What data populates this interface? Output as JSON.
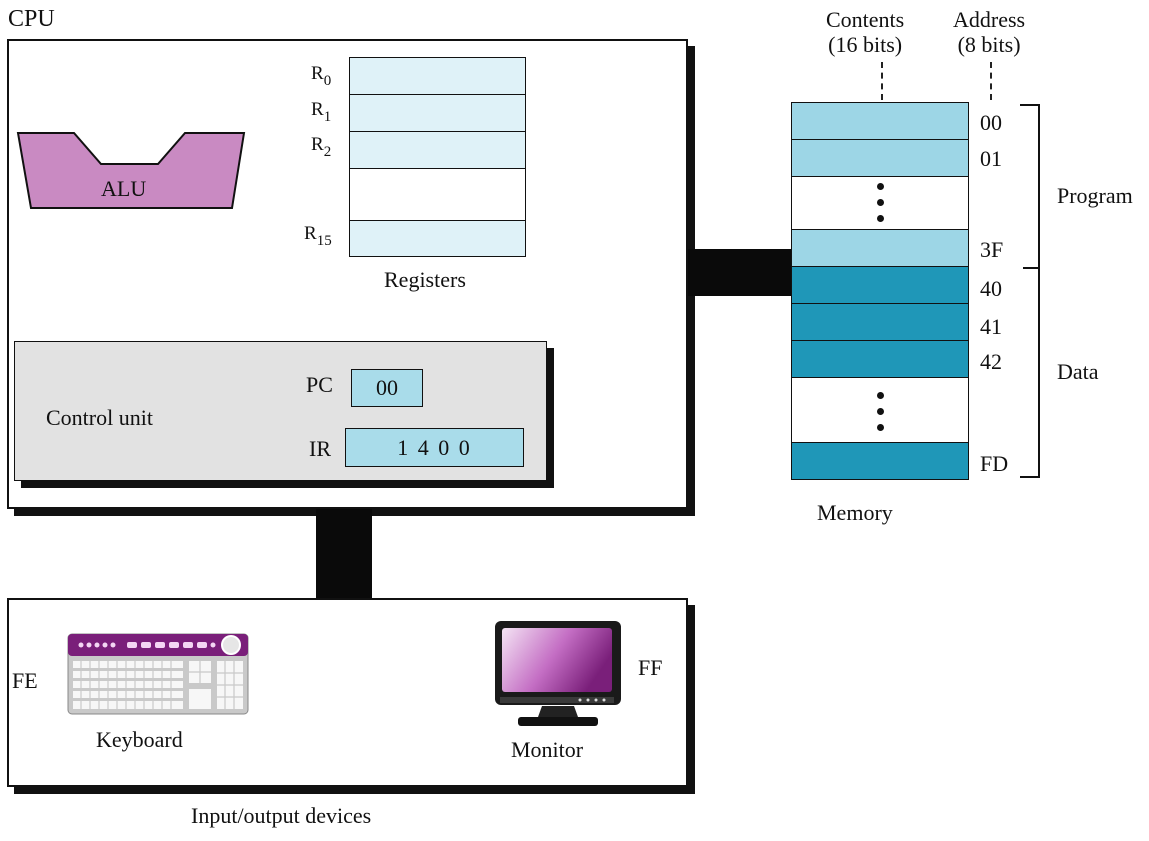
{
  "cpu": {
    "title": "CPU",
    "alu_label": "ALU",
    "registers": {
      "caption": "Registers",
      "names": [
        {
          "base": "R",
          "sub": "0"
        },
        {
          "base": "R",
          "sub": "1"
        },
        {
          "base": "R",
          "sub": "2"
        },
        {
          "base": "R",
          "sub": "15"
        }
      ]
    },
    "control_unit": {
      "label": "Control unit",
      "pc_label": "PC",
      "pc_value": "00",
      "ir_label": "IR",
      "ir_value": "1 4 0 0"
    }
  },
  "memory": {
    "caption": "Memory",
    "contents_header": "Contents\n(16 bits)",
    "address_header": "Address\n(8 bits)",
    "addresses": [
      "00",
      "01",
      "3F",
      "40",
      "41",
      "42",
      "FD"
    ],
    "program_label": "Program",
    "data_label": "Data"
  },
  "io": {
    "caption": "Input/output devices",
    "keyboard_label": "Keyboard",
    "keyboard_address": "FE",
    "monitor_label": "Monitor",
    "monitor_address": "FF"
  },
  "colors": {
    "alu": "#c98ac2",
    "register_fill": "#dff2f8",
    "memory_program": "#9dd6e6",
    "memory_data": "#1f97b8",
    "control_unit_bg": "#e2e2e2",
    "pc_ir_fill": "#a9dcea"
  }
}
